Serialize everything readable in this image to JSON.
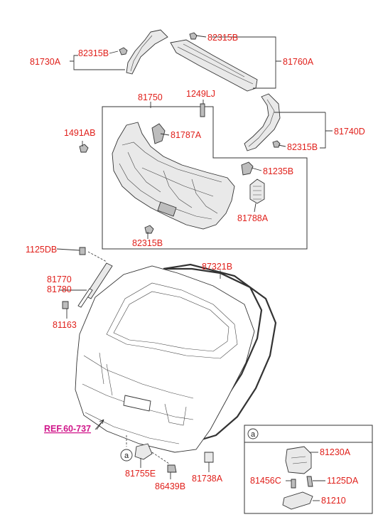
{
  "labels": {
    "p81730A": "81730A",
    "p82315B_a": "82315B",
    "p82315B_b": "82315B",
    "p81760A": "81760A",
    "p81750": "81750",
    "p1249LJ": "1249LJ",
    "p1491AB": "1491AB",
    "p81787A": "81787A",
    "p81740D": "81740D",
    "p82315B_c": "82315B",
    "p81235B": "81235B",
    "p81788A": "81788A",
    "p82315B_d": "82315B",
    "p1125DB": "1125DB",
    "p81770": "81770",
    "p81780": "81780",
    "p81163": "81163",
    "p87321B": "87321B",
    "ref": "REF.60-737",
    "p81755E": "81755E",
    "p86439B": "86439B",
    "p81738A": "81738A",
    "detail_marker": "a",
    "callout_marker": "a",
    "p81230A": "81230A",
    "p81456C": "81456C",
    "p1125DA": "1125DA",
    "p81210": "81210"
  },
  "colors": {
    "label": "#e0201b",
    "reference": "#d0168a",
    "line": "#333333"
  }
}
